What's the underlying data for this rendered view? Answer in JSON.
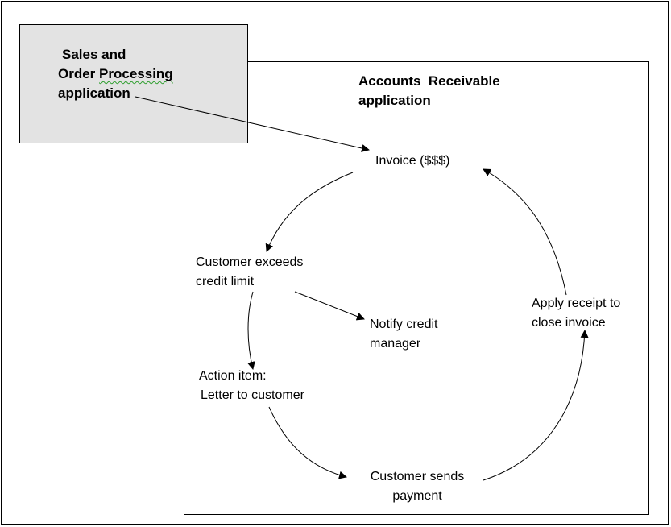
{
  "sales_app": {
    "line1": "Sales and",
    "line2_a": "Order ",
    "line2_b": "Processing",
    "line3": "application"
  },
  "ar_app": {
    "line1": "Accounts  Receivable",
    "line2": "application"
  },
  "nodes": {
    "invoice": "Invoice ($$$)",
    "exceeds_line1": "Customer exceeds",
    "exceeds_line2": "credit limit",
    "notify_line1": "Notify credit",
    "notify_line2": "manager",
    "action_line1": "Action item:",
    "action_line2": "Letter to customer",
    "sends_line1": "Customer sends",
    "sends_line2": "payment",
    "apply_line1": "Apply receipt to",
    "apply_line2": "close invoice"
  },
  "colors": {
    "sales_box_fill": "#e3e3e3",
    "spell_underline": "#2e9e2e"
  }
}
